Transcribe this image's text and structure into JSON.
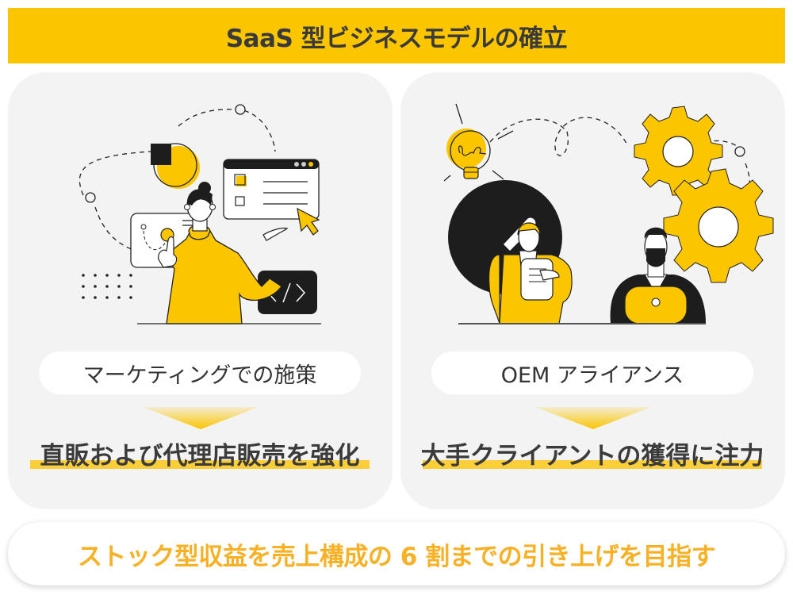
{
  "title": "SaaS 型ビジネスモデルの確立",
  "colors": {
    "accent": "#fbc500",
    "panel_bg": "#f3f3f3",
    "highlight": "#fcce3a",
    "goal_text": "#f8b024",
    "ink": "#1d1d1d"
  },
  "panels": [
    {
      "illustration": "marketing-woman-illustration",
      "label": "マーケティングでの施策",
      "arrow_icon": "arrow-down-icon",
      "result": "直販および代理店販売を強化"
    },
    {
      "illustration": "oem-alliance-illustration",
      "label": "OEM アライアンス",
      "arrow_icon": "arrow-down-icon",
      "result": "大手クライアントの獲得に注力"
    }
  ],
  "goal": "ストック型収益を売上構成の 6 割までの引き上げを目指す"
}
